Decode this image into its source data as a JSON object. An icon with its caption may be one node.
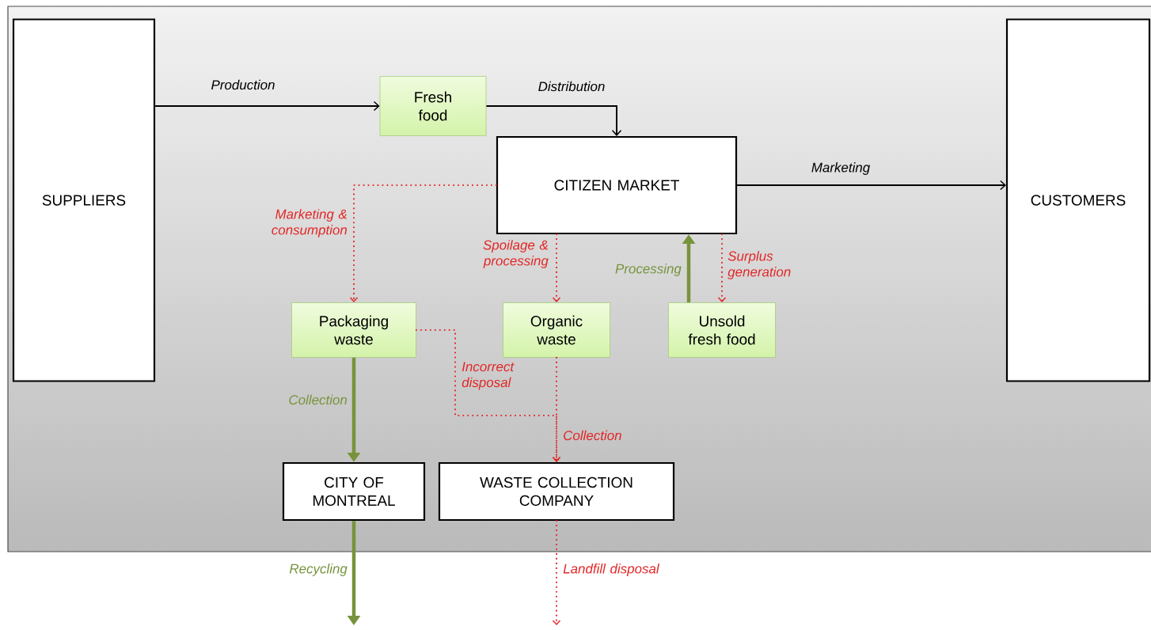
{
  "diagram": {
    "nodes": [
      {
        "text": [
          "SUPPLIERS"
        ]
      },
      {
        "text": [
          "Fresh food"
        ]
      },
      {
        "text": [
          "CITIZEN MARKET"
        ]
      },
      {
        "text": [
          "CUSTOMERS"
        ]
      },
      {
        "text": [
          "Packaging waste"
        ]
      },
      {
        "text": [
          "Organic waste"
        ]
      },
      {
        "text": [
          "Unsold fresh food"
        ]
      },
      {
        "text": [
          "CITY OF MONTREAL"
        ]
      },
      {
        "text": [
          "WASTE COLLECTION COMPANY"
        ]
      }
    ],
    "edges": [
      {
        "from": 0,
        "to": 1,
        "arrow": "to",
        "label": "Production",
        "color": "#000000"
      },
      {
        "from": 1,
        "to": 2,
        "arrow": "to",
        "label": "Distribution",
        "color": "#000000"
      },
      {
        "from": 2,
        "to": 3,
        "arrow": "to",
        "label": "Marketing",
        "color": "#000000"
      },
      {
        "from": 2,
        "to": 4,
        "arrow": "to",
        "label": "Marketing & consumption",
        "style": "dashed",
        "color": "#e32626"
      },
      {
        "from": 2,
        "to": 5,
        "arrow": "to",
        "label": "Spoilage & processing",
        "style": "dashed",
        "color": "#e32626"
      },
      {
        "from": 2,
        "to": 6,
        "arrow": "to",
        "label": "Surplus generation",
        "style": "dashed",
        "color": "#e32626"
      },
      {
        "from": 6,
        "to": 2,
        "arrow": "to",
        "label": "Processing",
        "style": "thick",
        "color": "#77933c"
      },
      {
        "from": 4,
        "to": 7,
        "arrow": "to",
        "label": "Collection",
        "style": "thick",
        "color": "#77933c"
      },
      {
        "from": 4,
        "to": 8,
        "arrow": "to",
        "label": "Incorrect disposal",
        "style": "dashed",
        "color": "#e32626"
      },
      {
        "from": 5,
        "to": 8,
        "arrow": "to",
        "label": "Collection",
        "style": "dashed",
        "color": "#e32626"
      },
      {
        "from": 7,
        "to": null,
        "arrow": "to",
        "label": "Recycling",
        "style": "thick",
        "color": "#77933c"
      },
      {
        "from": 8,
        "to": null,
        "arrow": "to",
        "label": "Landfill disposal",
        "style": "dashed",
        "color": "#e32626"
      }
    ]
  }
}
